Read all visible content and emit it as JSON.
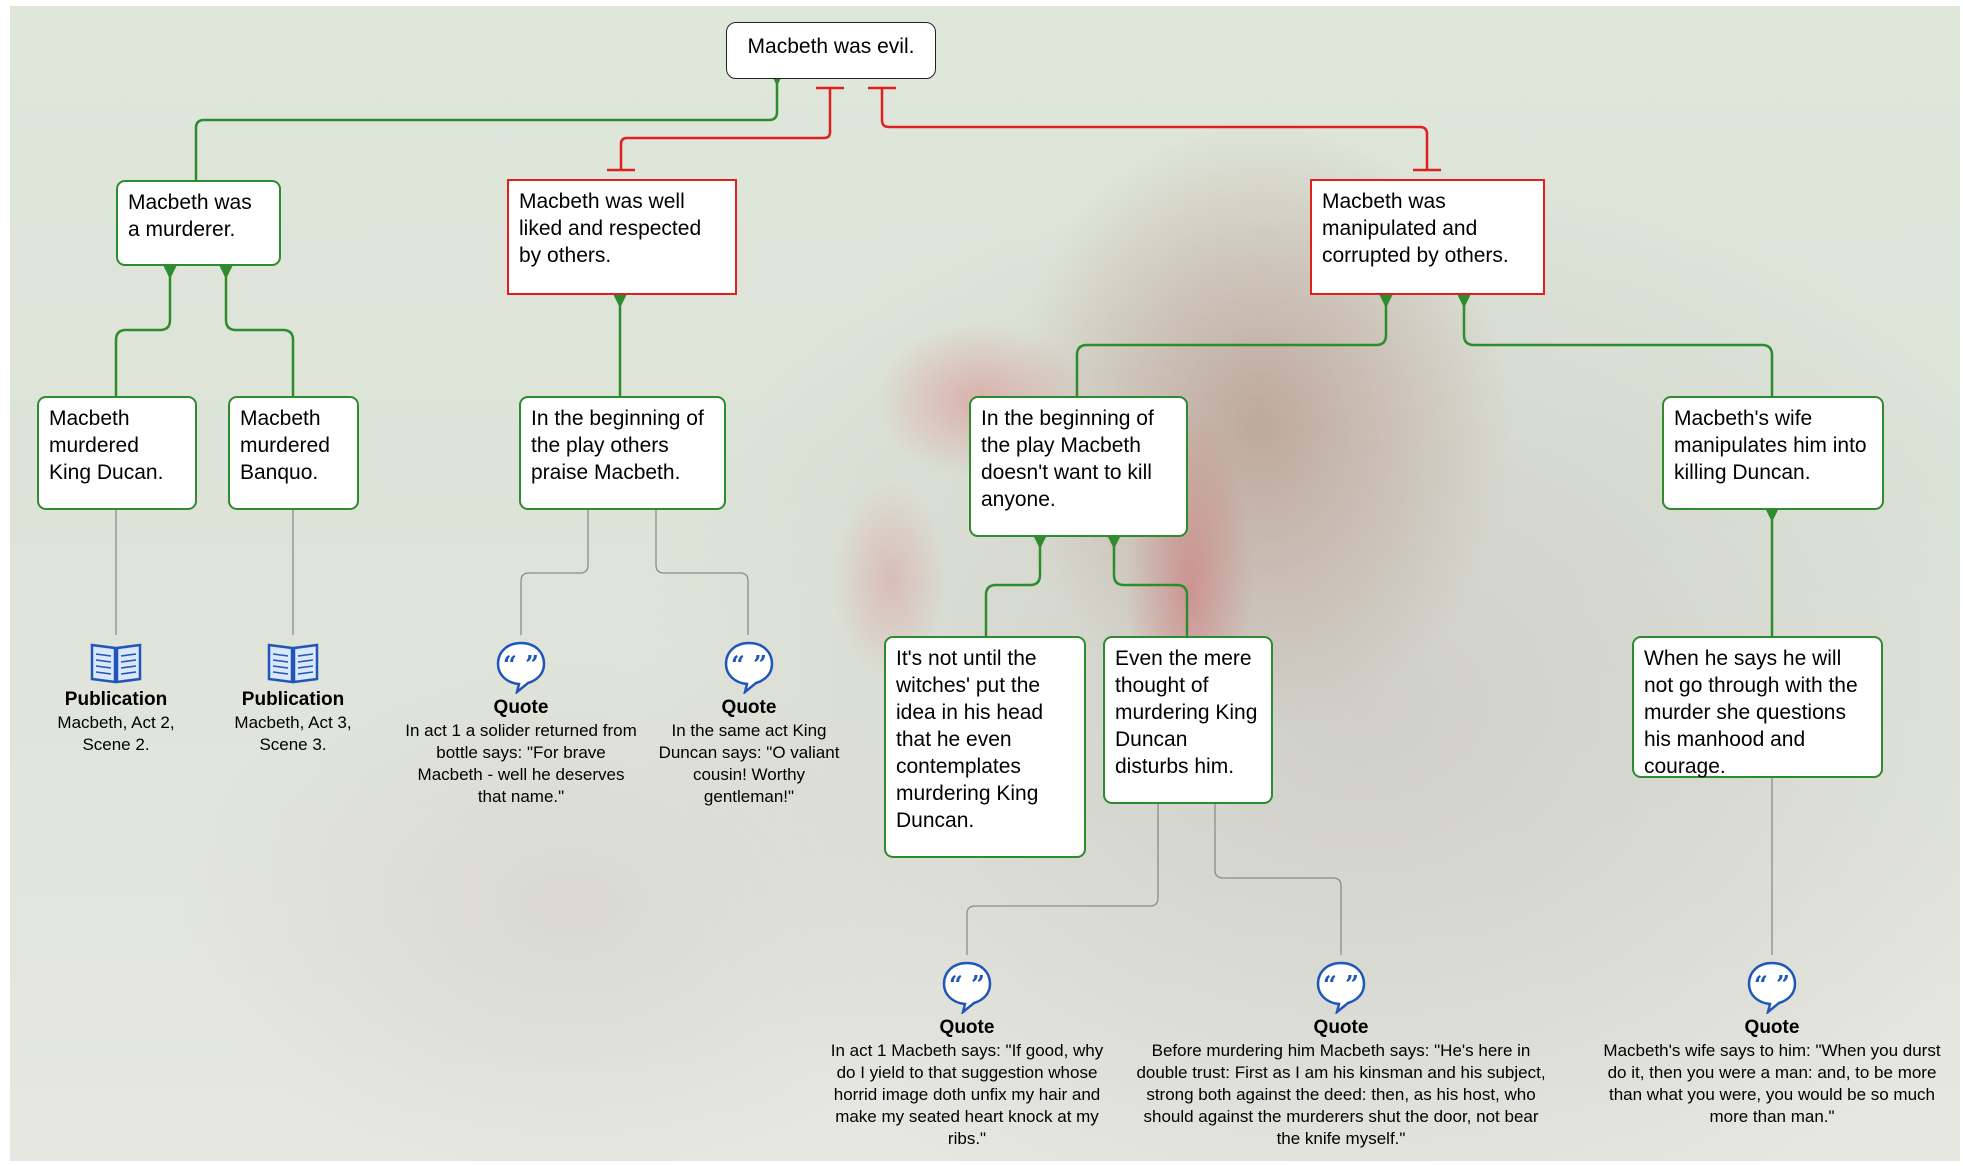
{
  "claim": "Macbeth was evil.",
  "reasons": {
    "murderer": "Macbeth was a murderer.",
    "liked": "Macbeth was well liked and respected by others.",
    "manipulated": "Macbeth was manipulated and corrupted by others."
  },
  "evidence": {
    "murdered_duncan": "Macbeth murdered King Ducan.",
    "murdered_banquo": "Macbeth murdered Banquo.",
    "praise": "In the beginning of the play others praise Macbeth.",
    "no_kill": "In the beginning of the play Macbeth doesn't want to kill anyone.",
    "wife": "Macbeth's wife manipulates him into killing Duncan.",
    "witches": "It's not until  the witches' put the idea in his head that he even contemplates murdering King Duncan.",
    "thought": "Even the mere thought of murdering King Duncan disturbs him.",
    "manhood": "When he says he will not go through with the murder she questions his manhood and courage."
  },
  "resources": {
    "pub1": {
      "type": "Publication",
      "icon": "book-icon",
      "text": "Macbeth, Act 2, Scene 2."
    },
    "pub2": {
      "type": "Publication",
      "icon": "book-icon",
      "text": "Macbeth, Act 3, Scene 3."
    },
    "q1": {
      "type": "Quote",
      "icon": "quote-icon",
      "text": "In act 1 a solider returned from bottle says: \"For brave Macbeth - well he deserves that name.\""
    },
    "q2": {
      "type": "Quote",
      "icon": "quote-icon",
      "text": "In the same act King Duncan says: \"O valiant cousin! Worthy gentleman!\""
    },
    "q3": {
      "type": "Quote",
      "icon": "quote-icon",
      "text": "In act 1 Macbeth says: \"If good, why do I yield to that suggestion whose horrid image doth unfix my hair and make my seated heart knock at my ribs.\""
    },
    "q4": {
      "type": "Quote",
      "icon": "quote-icon",
      "text": "Before murdering him Macbeth says: \"He's here in double trust: First as I am his kinsman and his subject, strong both against the deed: then, as his host, who should against the murderers shut the door, not bear the knife myself.\""
    },
    "q5": {
      "type": "Quote",
      "icon": "quote-icon",
      "text": "Macbeth's wife says to him: \"When you durst do it, then you were a man: and, to be more than what you were, you would be so much more than man.\""
    }
  },
  "colors": {
    "support": "#2e8b2e",
    "oppose": "#e0201f",
    "resource_link": "#8c8c8c",
    "icon_blue": "#1f56b8"
  }
}
